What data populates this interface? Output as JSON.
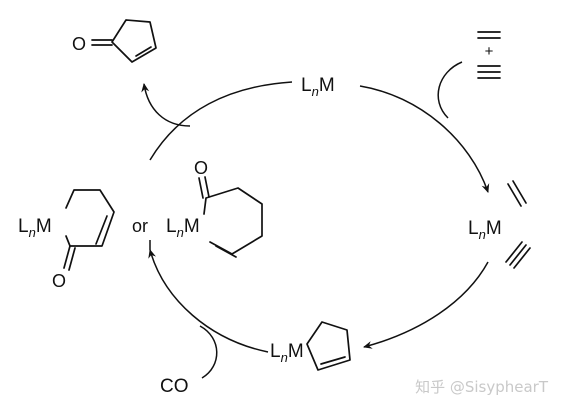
{
  "metal": {
    "catalyst": "L",
    "n": "n",
    "M": "M"
  },
  "reagent_plus": "+",
  "or_text": "or",
  "co_text": "CO",
  "oxygen": "O",
  "watermark": "知乎 @SisyphearT"
}
